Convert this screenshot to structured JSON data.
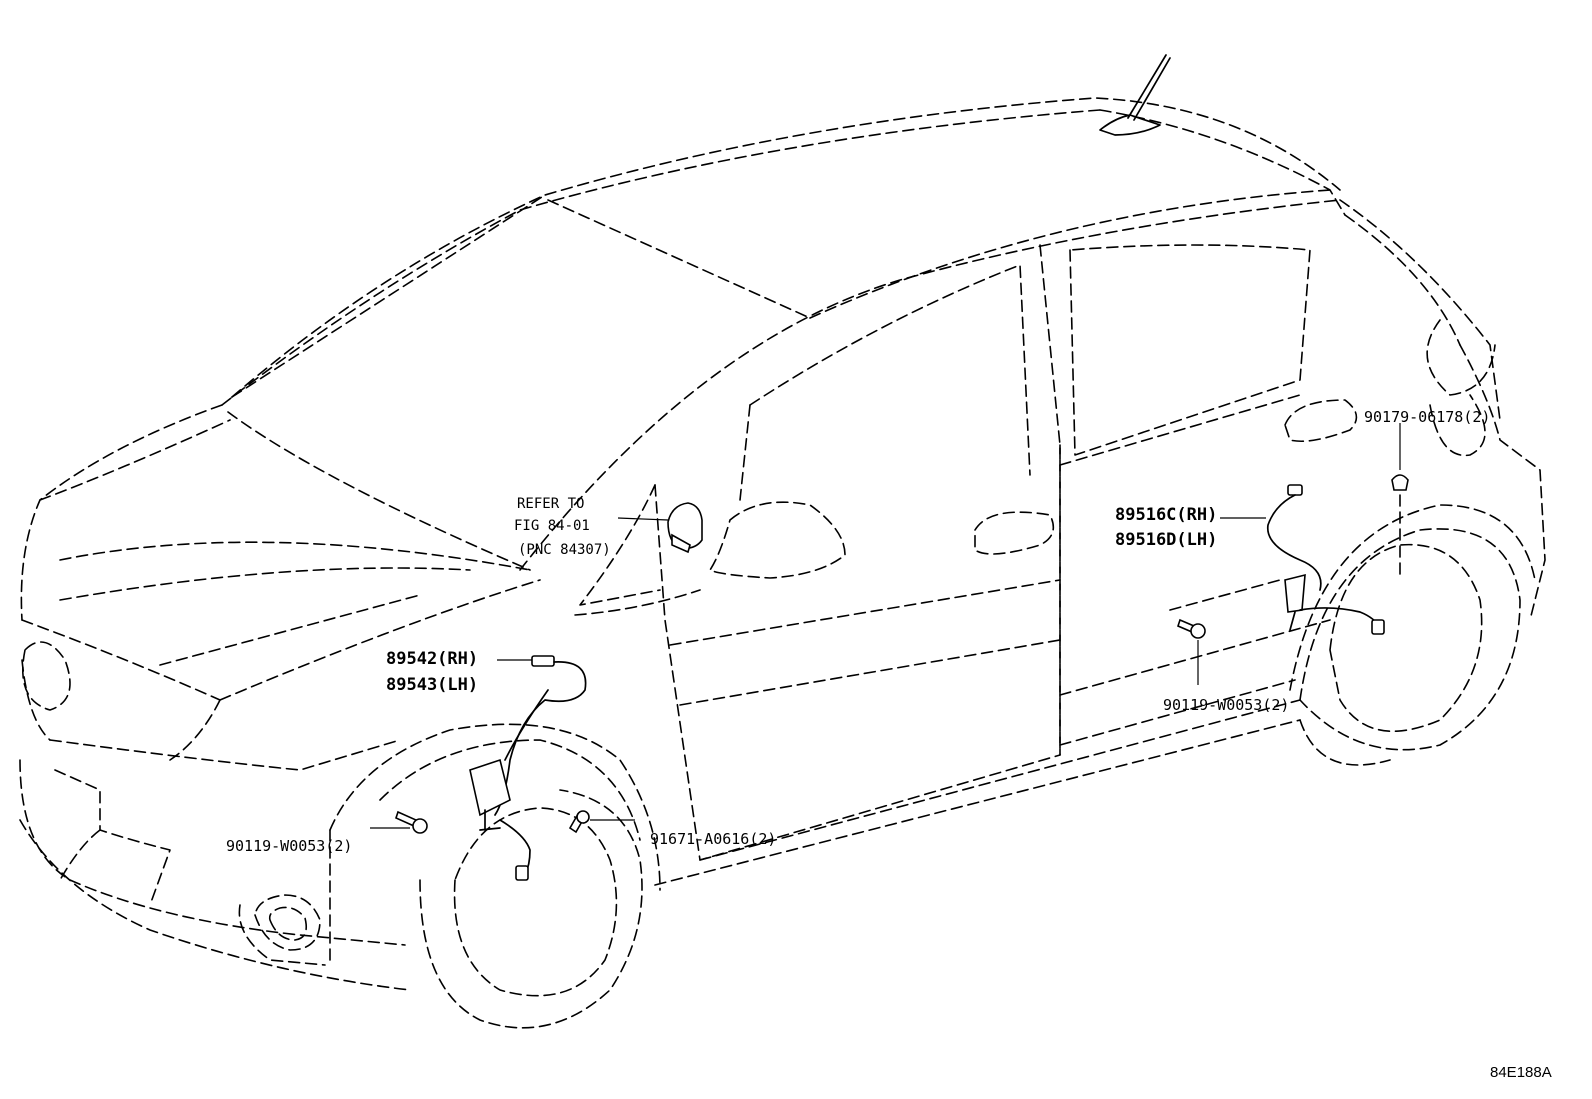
{
  "callouts": {
    "refer": {
      "line1": "REFER TO",
      "line2": "FIG 84-01",
      "line3": "(PNC 84307)"
    },
    "front_sensor": {
      "rh": "89542(RH)",
      "lh": "89543(LH)"
    },
    "rear_sensor": {
      "rh": "89516C(RH)",
      "lh": "89516D(LH)"
    },
    "bolt_front_left": "90119-W0053(2)",
    "bolt_front_center": "91671-A0616(2)",
    "bolt_rear": "90119-W0053(2)",
    "clip_rear": "90179-06178(2)"
  },
  "figure_code": "84E188A"
}
